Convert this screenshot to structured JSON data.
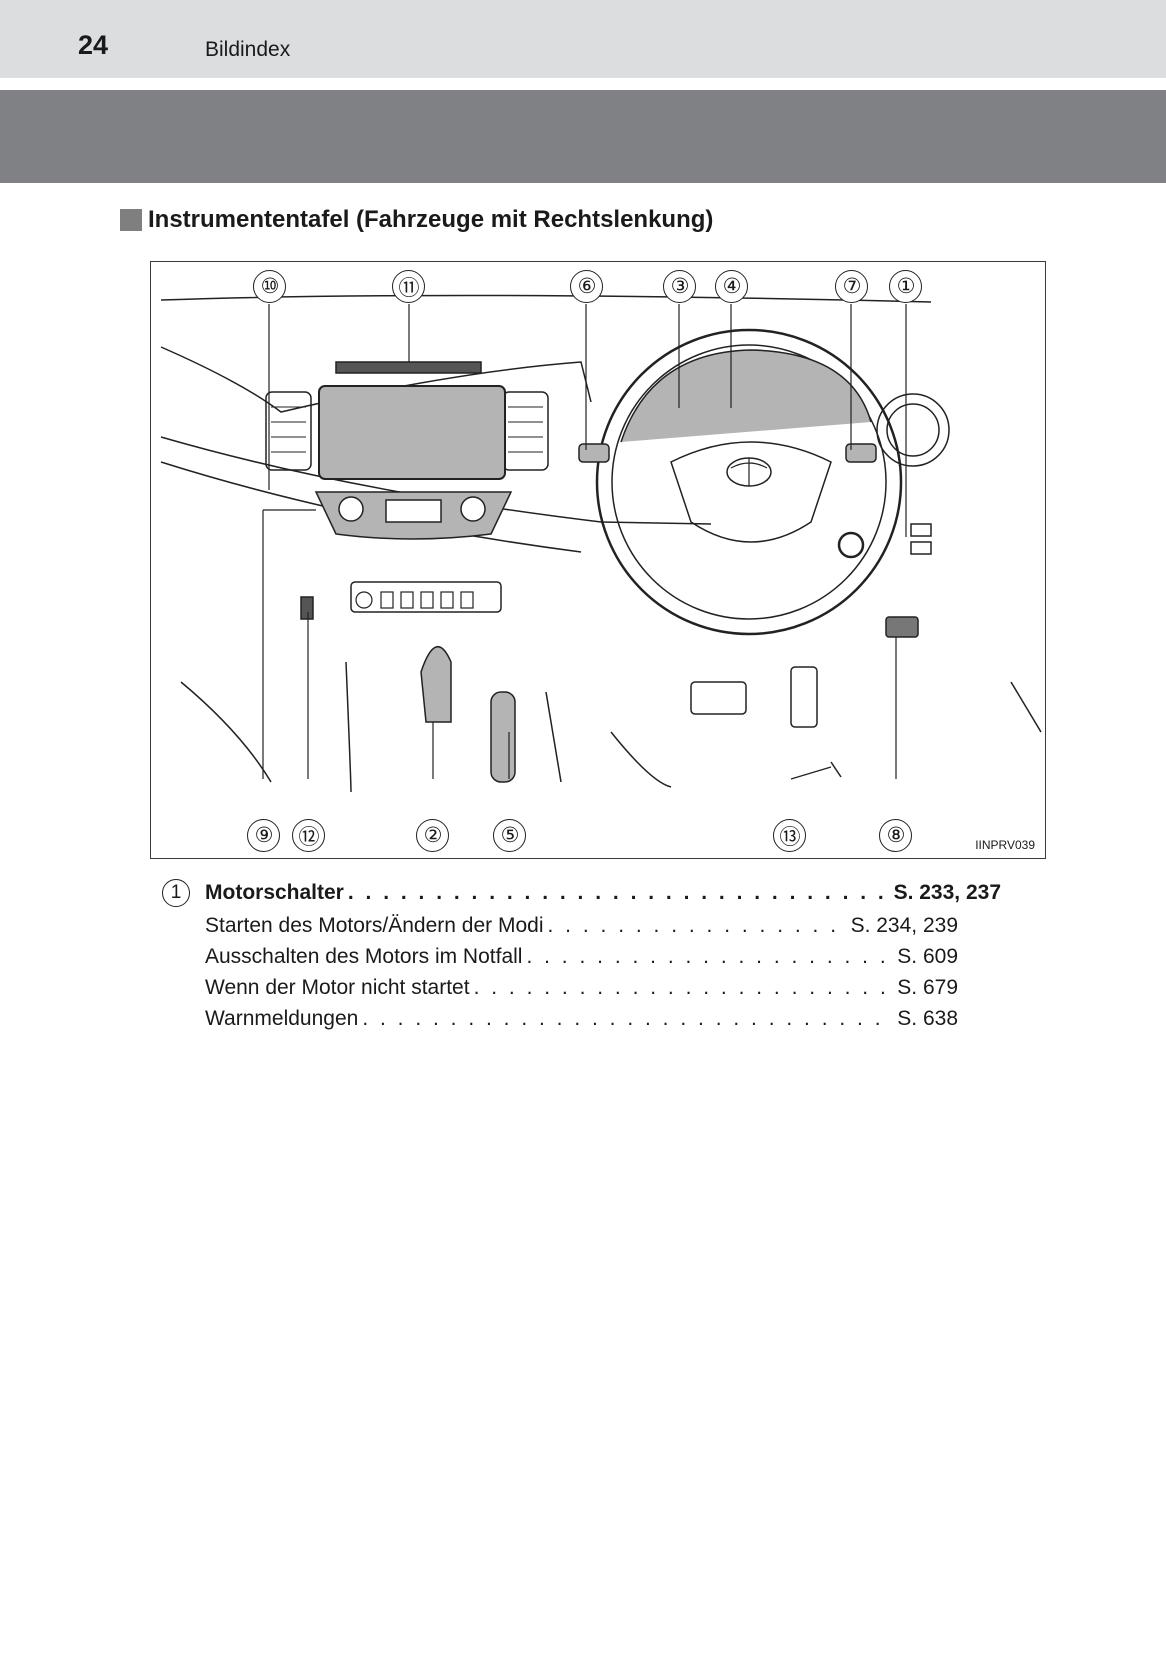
{
  "header": {
    "page_number": "24",
    "section": "Bildindex"
  },
  "heading": "Instrumententafel (Fahrzeuge mit Rechtslenkung)",
  "figure": {
    "code": "IINPRV039",
    "callouts_top": [
      "⑩",
      "⑪",
      "⑥",
      "③",
      "④",
      "⑦",
      "①"
    ],
    "callouts_bottom": [
      "⑨",
      "⑫",
      "②",
      "⑤",
      "⑬",
      "⑧"
    ]
  },
  "entries": [
    {
      "number": "1",
      "label": "Motorschalter",
      "ref": "S. 233, 237",
      "subs": [
        {
          "label": "Starten des Motors/Ändern der Modi",
          "ref": "S. 234, 239"
        },
        {
          "label": "Ausschalten des Motors im Notfall",
          "ref": "S. 609"
        },
        {
          "label": "Wenn der Motor nicht startet",
          "ref": "S. 679"
        },
        {
          "label": "Warnmeldungen",
          "ref": "S. 638"
        }
      ]
    }
  ]
}
